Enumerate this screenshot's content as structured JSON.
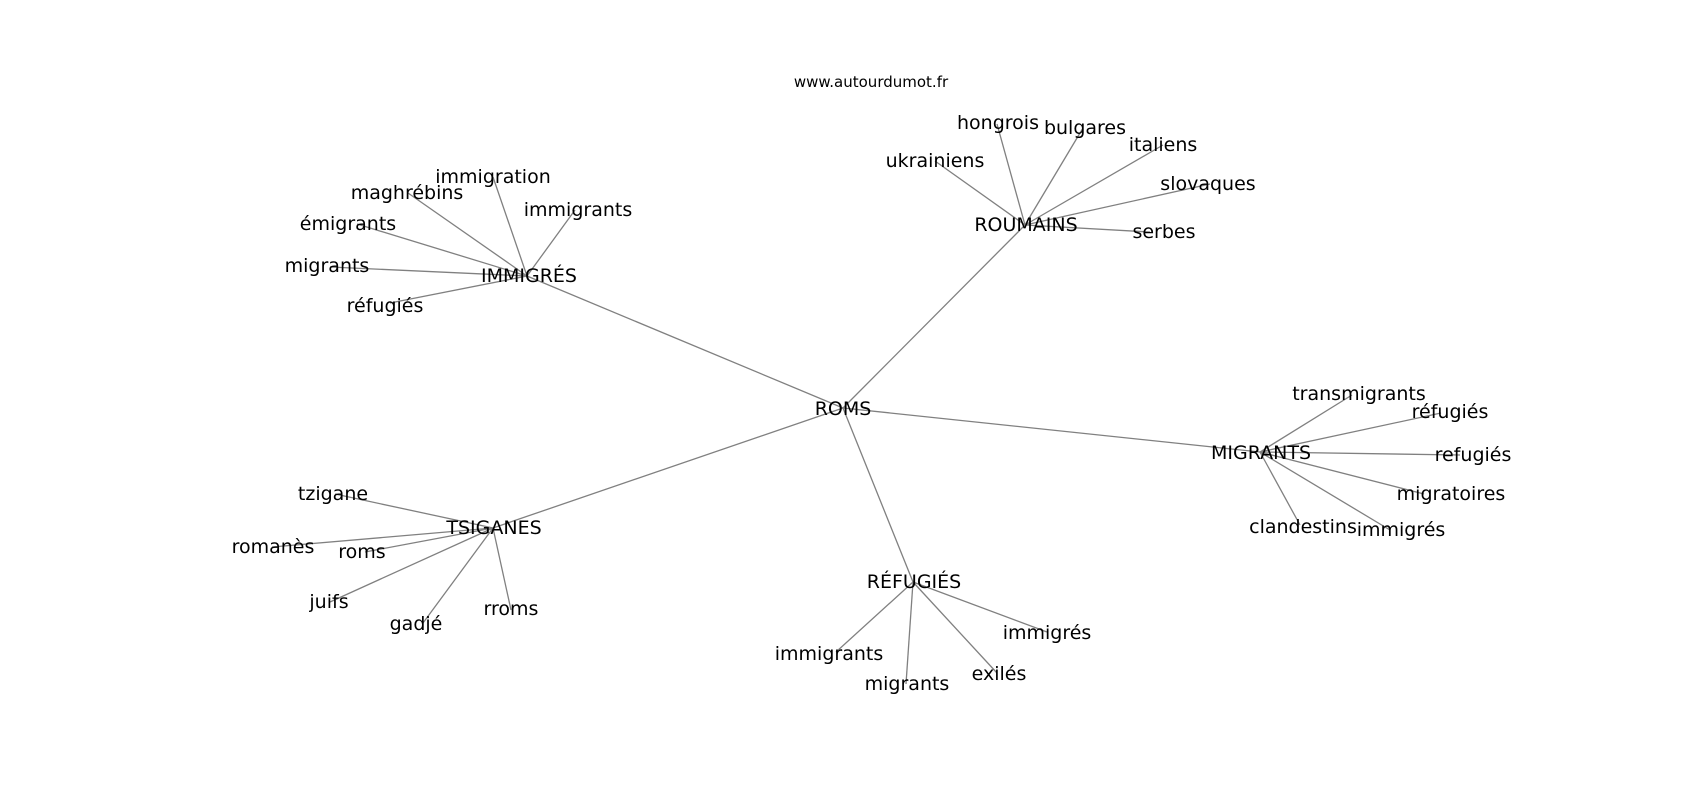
{
  "credit": "www.autourdumot.fr",
  "root": "ROMS",
  "hubs": {
    "immigres": {
      "label": "IMMIGRÉS",
      "children": [
        "immigration",
        "maghrébins",
        "immigrants",
        "émigrants",
        "migrants",
        "réfugiés"
      ]
    },
    "roumains": {
      "label": "ROUMAINS",
      "children": [
        "hongrois",
        "bulgares",
        "italiens",
        "ukrainiens",
        "slovaques",
        "serbes"
      ]
    },
    "migrants": {
      "label": "MIGRANTS",
      "children": [
        "transmigrants",
        "réfugiés",
        "refugiés",
        "migratoires",
        "clandestins",
        "immigrés"
      ]
    },
    "tsiganes": {
      "label": "TSIGANES",
      "children": [
        "tzigane",
        "romanès",
        "roms",
        "juifs",
        "gadjé",
        "rroms"
      ]
    },
    "refugies": {
      "label": "RÉFUGIÉS",
      "children": [
        "immigrés",
        "immigrants",
        "exilés",
        "migrants"
      ]
    }
  }
}
